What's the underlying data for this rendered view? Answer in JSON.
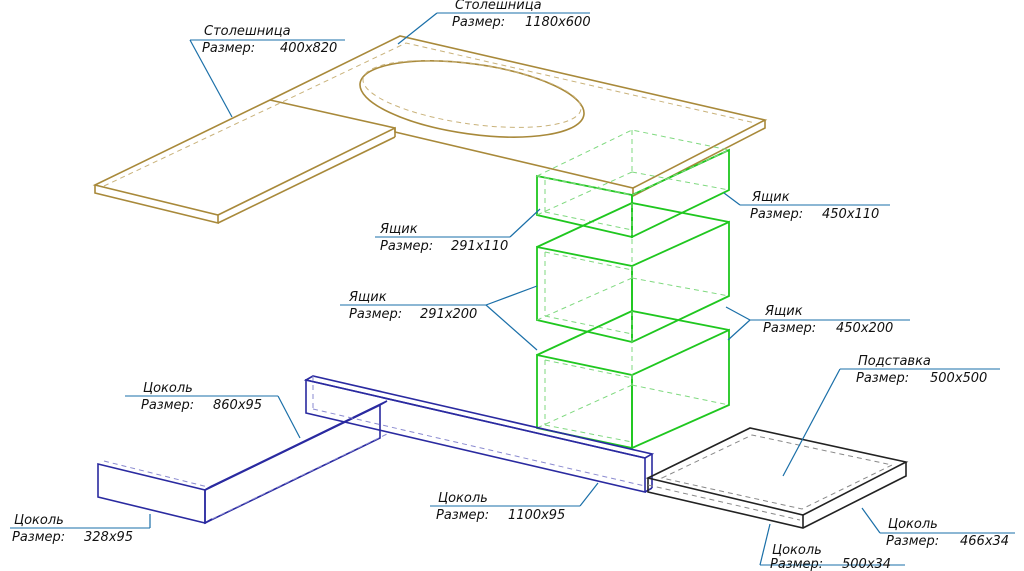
{
  "callouts": {
    "countertop_small": {
      "name": "Столешница",
      "size_label": "Размер:",
      "size": "400x820"
    },
    "countertop_large": {
      "name": "Столешница",
      "size_label": "Размер:",
      "size": "1180x600"
    },
    "drawer_right_top": {
      "name": "Ящик",
      "size_label": "Размер:",
      "size": "450x110"
    },
    "drawer_left_top": {
      "name": "Ящик",
      "size_label": "Размер:",
      "size": "291x110"
    },
    "drawer_left_mid": {
      "name": "Ящик",
      "size_label": "Размер:",
      "size": "291x200"
    },
    "drawer_right_mid": {
      "name": "Ящик",
      "size_label": "Размер:",
      "size": "450x200"
    },
    "stand": {
      "name": "Подставка",
      "size_label": "Размер:",
      "size": "500x500"
    },
    "plinth_860": {
      "name": "Цоколь",
      "size_label": "Размер:",
      "size": "860x95"
    },
    "plinth_328": {
      "name": "Цоколь",
      "size_label": "Размер:",
      "size": "328x95"
    },
    "plinth_1100": {
      "name": "Цоколь",
      "size_label": "Размер:",
      "size": "1100x95"
    },
    "plinth_466": {
      "name": "Цоколь",
      "size_label": "Размер:",
      "size": "466x34"
    },
    "plinth_500": {
      "name": "Цоколь",
      "size_label": "Размер:",
      "size": "500x34"
    }
  },
  "colors": {
    "countertop": "#a8893a",
    "drawers": "#1fc71f",
    "plinths": "#2a2aa0",
    "stand": "#222222",
    "leaders": "#1a6fa8"
  }
}
